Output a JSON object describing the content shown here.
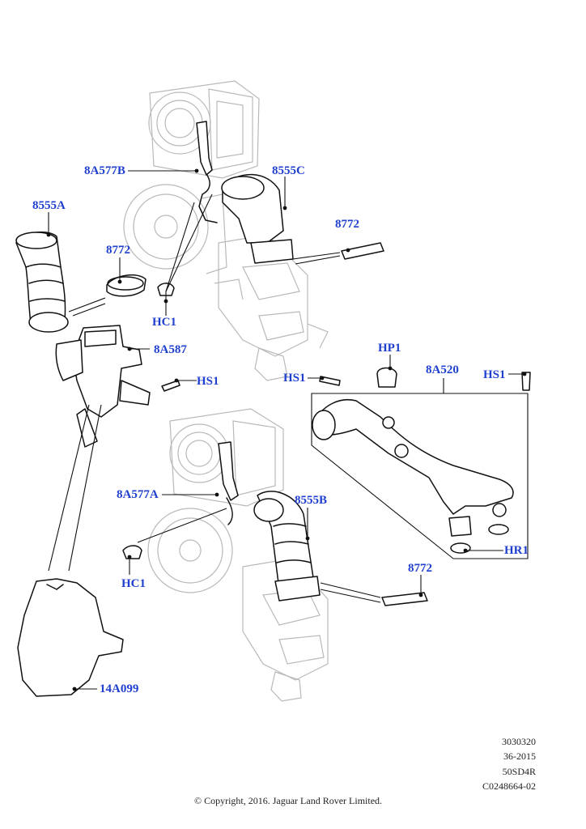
{
  "callouts": {
    "c_8A577B": "8A577B",
    "c_8555C": "8555C",
    "c_8555A": "8555A",
    "c_8772_a": "8772",
    "c_8772_b": "8772",
    "c_HC1_a": "HC1",
    "c_8A587": "8A587",
    "c_HS1_a": "HS1",
    "c_HP1": "HP1",
    "c_HS1_b": "HS1",
    "c_8A520": "8A520",
    "c_HS1_c": "HS1",
    "c_8A577A": "8A577A",
    "c_8555B": "8555B",
    "c_HR1": "HR1",
    "c_8772_c": "8772",
    "c_HC1_b": "HC1",
    "c_14A099": "14A099"
  },
  "reference": {
    "line1": "3030320",
    "line2": "36-2015",
    "line3": "50SD4R",
    "line4": "C0248664-02"
  },
  "copyright": "© Copyright, 2016. Jaguar Land Rover Limited.",
  "colors": {
    "callout": "#1f3fcf",
    "ghost_line": "#b8b8b8",
    "part_line": "#111111"
  }
}
